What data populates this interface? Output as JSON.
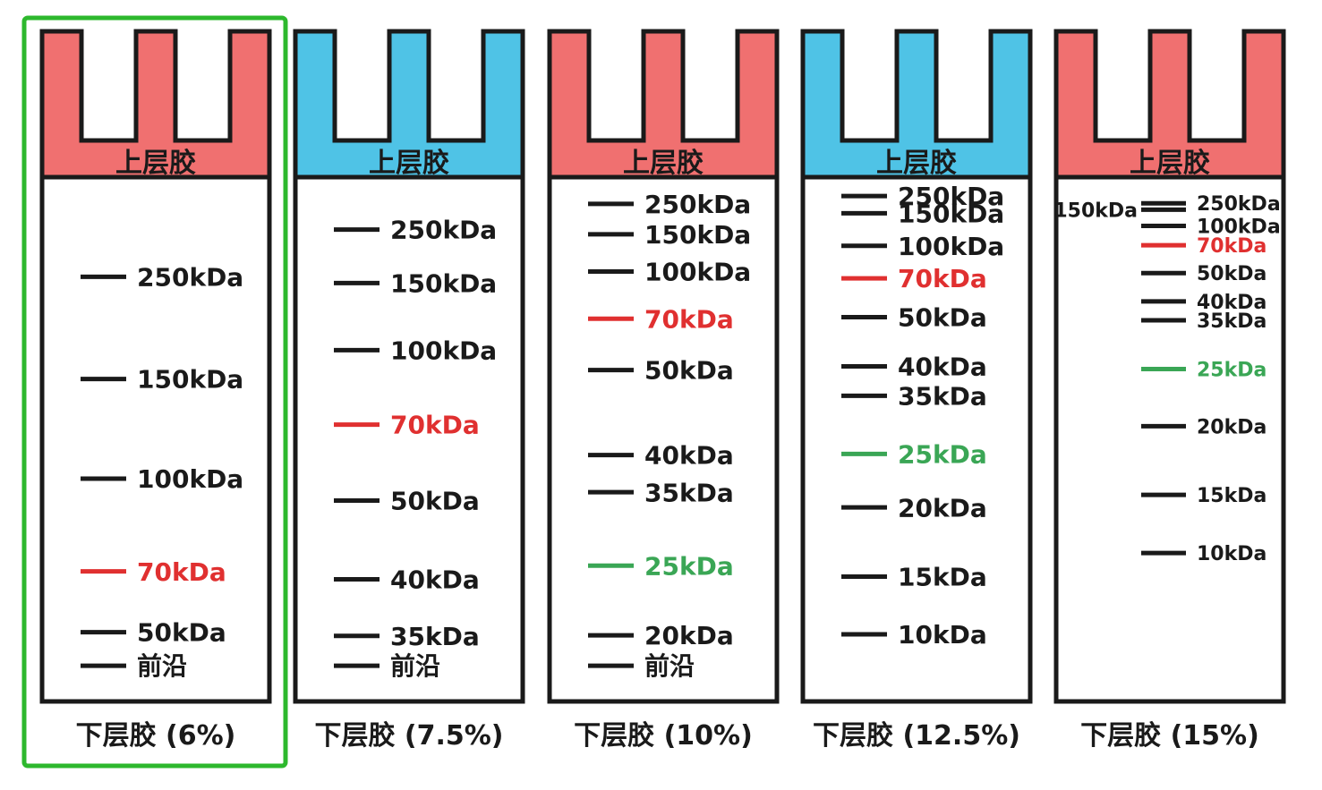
{
  "stacking_label": "上层胶",
  "front_label": "前沿",
  "colors": {
    "red_gel": "#f07070",
    "blue_gel": "#4fc3e6",
    "outline": "#1a1a1a",
    "band_black": "#1a1a1a",
    "band_red": "#e03030",
    "band_green": "#3aa655",
    "selected_border": "#2db82d"
  },
  "selected_gel": 0,
  "gels": [
    {
      "caption": "下层胶 (6%)",
      "stack_color": "red",
      "bands": [
        {
          "label": "250kDa",
          "position": 0.19,
          "color": "black"
        },
        {
          "label": "150kDa",
          "position": 0.385,
          "color": "black"
        },
        {
          "label": "100kDa",
          "position": 0.575,
          "color": "black"
        },
        {
          "label": "70kDa",
          "position": 0.752,
          "color": "red"
        },
        {
          "label": "50kDa",
          "position": 0.868,
          "color": "black"
        },
        {
          "label": "前沿",
          "position": 0.932,
          "color": "black"
        }
      ]
    },
    {
      "caption": "下层胶 (7.5%)",
      "stack_color": "blue",
      "bands": [
        {
          "label": "250kDa",
          "position": 0.1,
          "color": "black"
        },
        {
          "label": "150kDa",
          "position": 0.202,
          "color": "black"
        },
        {
          "label": "100kDa",
          "position": 0.33,
          "color": "black"
        },
        {
          "label": "70kDa",
          "position": 0.472,
          "color": "red"
        },
        {
          "label": "50kDa",
          "position": 0.617,
          "color": "black"
        },
        {
          "label": "40kDa",
          "position": 0.767,
          "color": "black"
        },
        {
          "label": "35kDa",
          "position": 0.875,
          "color": "black"
        },
        {
          "label": "前沿",
          "position": 0.932,
          "color": "black"
        }
      ]
    },
    {
      "caption": "下层胶 (10%)",
      "stack_color": "red",
      "bands": [
        {
          "label": "250kDa",
          "position": 0.051,
          "color": "black"
        },
        {
          "label": "150kDa",
          "position": 0.109,
          "color": "black"
        },
        {
          "label": "100kDa",
          "position": 0.18,
          "color": "black"
        },
        {
          "label": "70kDa",
          "position": 0.27,
          "color": "red"
        },
        {
          "label": "50kDa",
          "position": 0.368,
          "color": "black"
        },
        {
          "label": "40kDa",
          "position": 0.53,
          "color": "black"
        },
        {
          "label": "35kDa",
          "position": 0.601,
          "color": "black"
        },
        {
          "label": "25kDa",
          "position": 0.741,
          "color": "green"
        },
        {
          "label": "20kDa",
          "position": 0.874,
          "color": "black"
        },
        {
          "label": "前沿",
          "position": 0.932,
          "color": "black"
        }
      ]
    },
    {
      "caption": "下层胶 (12.5%)",
      "stack_color": "blue",
      "bands": [
        {
          "label": "250kDa",
          "position": 0.036,
          "color": "black"
        },
        {
          "label": "150kDa",
          "position": 0.069,
          "color": "black"
        },
        {
          "label": "100kDa",
          "position": 0.131,
          "color": "black"
        },
        {
          "label": "70kDa",
          "position": 0.193,
          "color": "red"
        },
        {
          "label": "50kDa",
          "position": 0.267,
          "color": "black"
        },
        {
          "label": "40kDa",
          "position": 0.361,
          "color": "black"
        },
        {
          "label": "35kDa",
          "position": 0.417,
          "color": "black"
        },
        {
          "label": "25kDa",
          "position": 0.528,
          "color": "green"
        },
        {
          "label": "20kDa",
          "position": 0.63,
          "color": "black"
        },
        {
          "label": "15kDa",
          "position": 0.762,
          "color": "black"
        },
        {
          "label": "10kDa",
          "position": 0.872,
          "color": "black"
        }
      ]
    },
    {
      "caption": "下层胶 (15%)",
      "stack_color": "red",
      "bands": [
        {
          "label": "250kDa",
          "position": 0.05,
          "color": "black"
        },
        {
          "label": "150kDa",
          "position": 0.062,
          "color": "black",
          "label_side": "left"
        },
        {
          "label": "100kDa",
          "position": 0.093,
          "color": "black"
        },
        {
          "label": "70kDa",
          "position": 0.13,
          "color": "red"
        },
        {
          "label": "50kDa",
          "position": 0.183,
          "color": "black"
        },
        {
          "label": "40kDa",
          "position": 0.237,
          "color": "black"
        },
        {
          "label": "35kDa",
          "position": 0.273,
          "color": "black"
        },
        {
          "label": "25kDa",
          "position": 0.366,
          "color": "green"
        },
        {
          "label": "20kDa",
          "position": 0.475,
          "color": "black"
        },
        {
          "label": "15kDa",
          "position": 0.606,
          "color": "black"
        },
        {
          "label": "10kDa",
          "position": 0.717,
          "color": "black"
        }
      ]
    }
  ]
}
